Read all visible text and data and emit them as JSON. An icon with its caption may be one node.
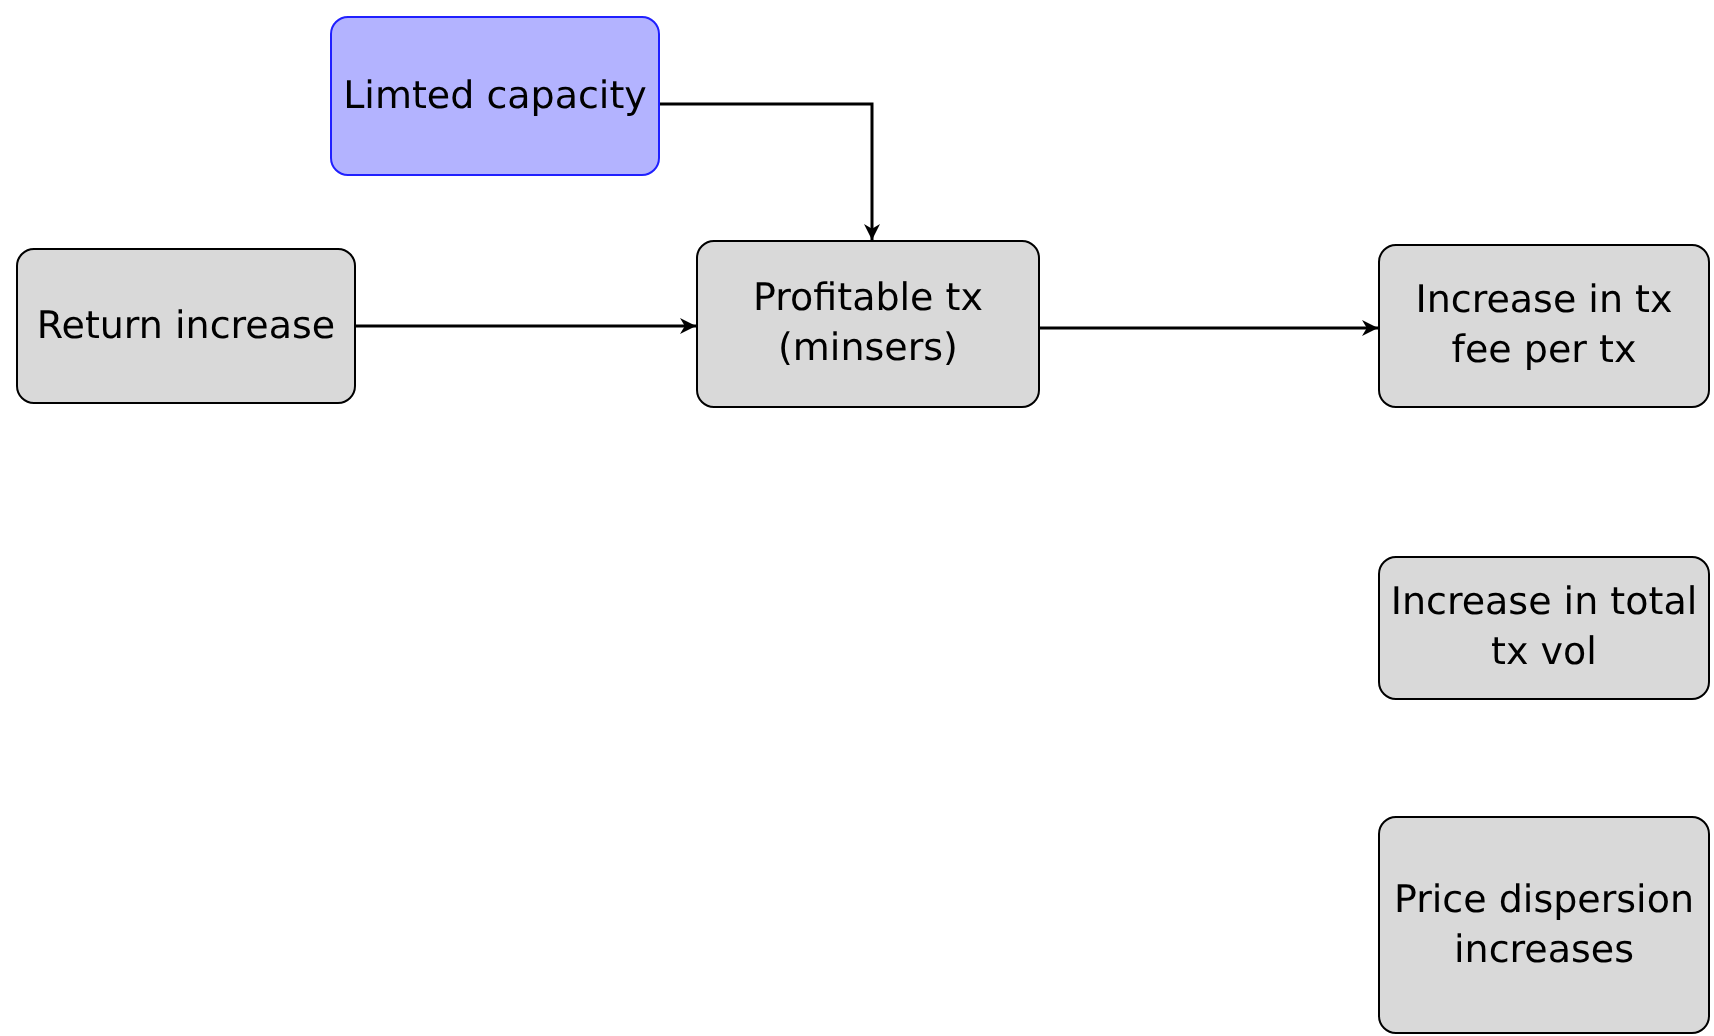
{
  "diagram": {
    "nodes": [
      {
        "text": [
          "Limted capacity"
        ]
      },
      {
        "text": [
          "Return increase"
        ]
      },
      {
        "text": [
          "Profitable tx (minsers)"
        ]
      },
      {
        "text": [
          "Increase in tx fee per tx"
        ]
      },
      {
        "text": [
          "Increase in total tx vol"
        ]
      },
      {
        "text": [
          "Price dispersion increases"
        ]
      }
    ],
    "edges": [
      {
        "from": 0,
        "to": 2,
        "arrow": "to"
      },
      {
        "from": 1,
        "to": 2,
        "arrow": "to"
      },
      {
        "from": 2,
        "to": 3,
        "arrow": "to"
      }
    ]
  }
}
